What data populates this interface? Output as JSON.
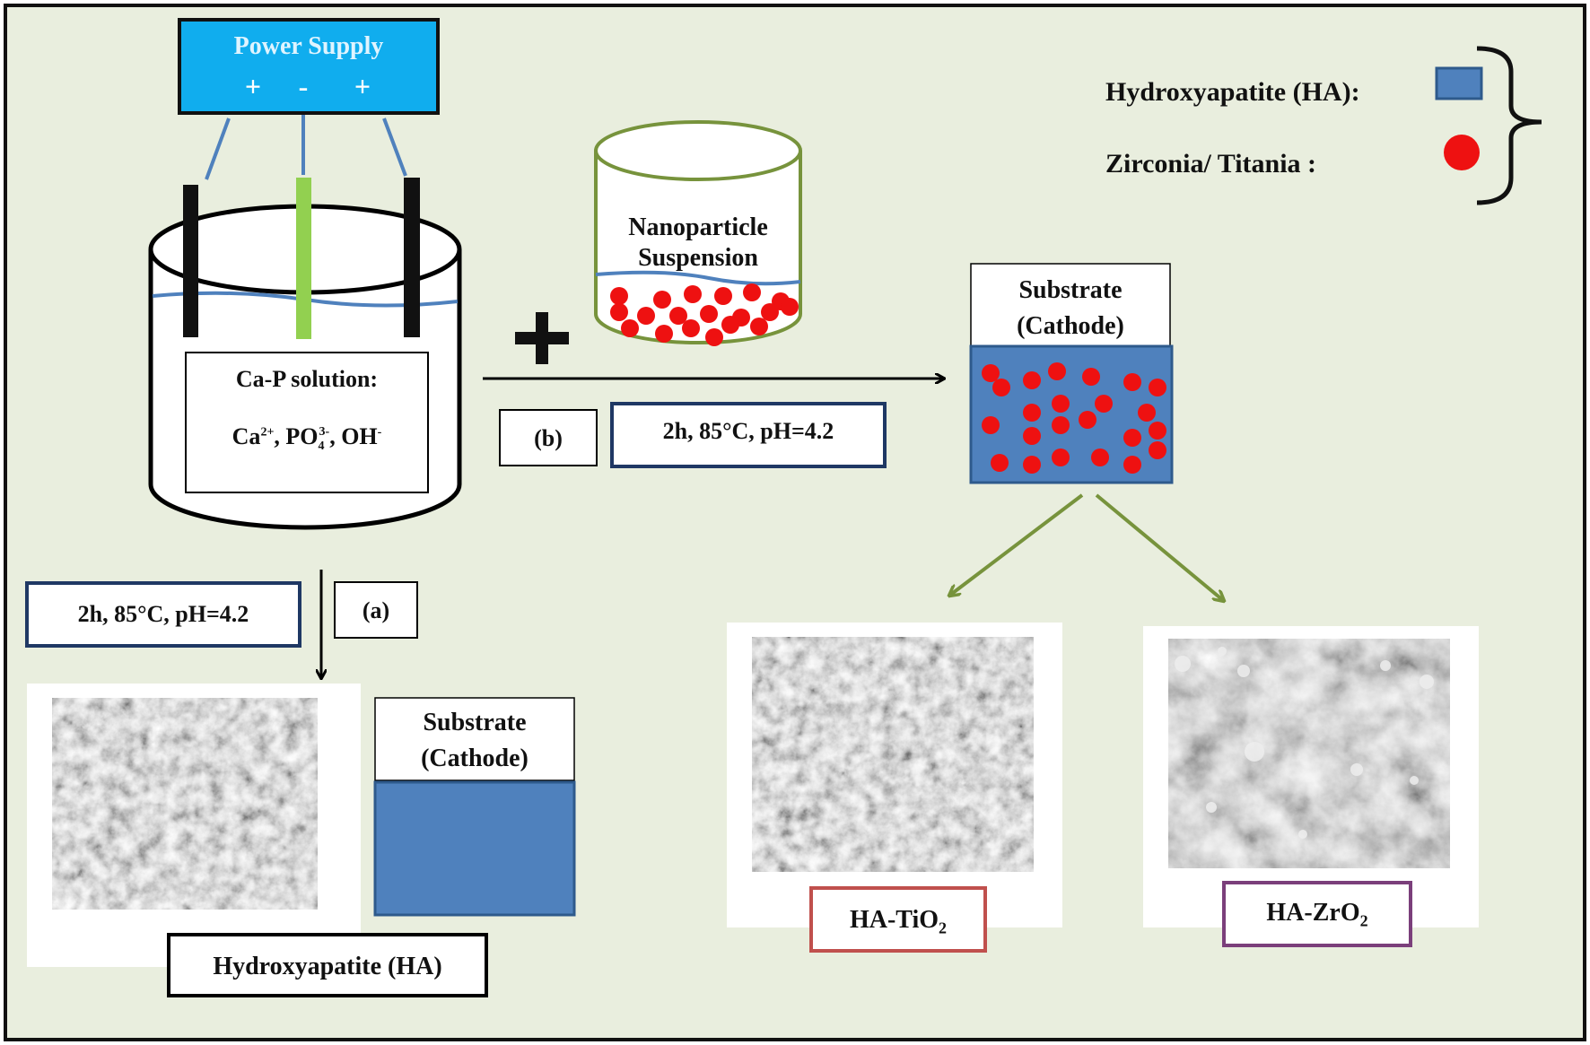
{
  "power_supply": {
    "label": "Power Supply",
    "terminals": [
      "+",
      "-",
      "+"
    ]
  },
  "cell": {
    "solution_title": "Ca-P solution:",
    "ions": {
      "ca": "Ca",
      "ca_sup": "2+",
      "po": "PO",
      "po_sub": "4",
      "po_sup": "3-",
      "oh": "OH",
      "oh_sup": "-"
    }
  },
  "suspension": {
    "line1": "Nanoparticle",
    "line2": "Suspension"
  },
  "route_b": {
    "tag": "(b)",
    "conditions": "2h, 85°C, pH=4.2"
  },
  "route_a": {
    "tag": "(a)",
    "conditions": "2h, 85°C, pH=4.2"
  },
  "substrate_top": {
    "line1": "Substrate",
    "line2": "(Cathode)"
  },
  "substrate_bottom": {
    "line1": "Substrate",
    "line2": "(Cathode)"
  },
  "legend": {
    "ha": "Hydroxyapatite (HA):",
    "zr": "Zirconia/ Titania :"
  },
  "results": {
    "ha": "Hydroxyapatite (HA)",
    "tio2": "HA-TiO",
    "tio2_sub": "2",
    "zro2": "HA-ZrO",
    "zro2_sub": "2"
  },
  "colors": {
    "background": "#e9eede",
    "power_supply": "#10adee",
    "ha_blue": "#4f81bd",
    "particle_red": "#ee1111",
    "anode_green": "#92d050",
    "arrow_green": "#77933c",
    "tio2_border": "#c0504d",
    "zro2_border": "#7b3f7b"
  }
}
